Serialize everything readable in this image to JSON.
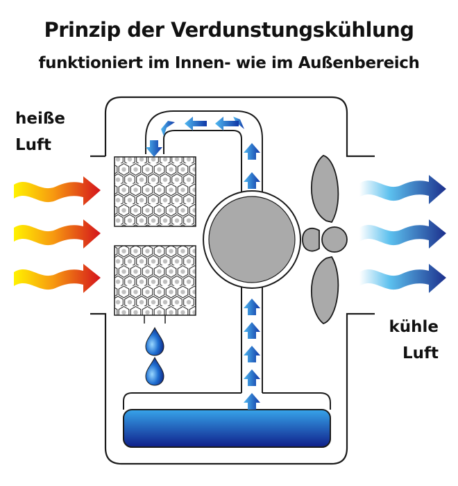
{
  "title": "Prinzip der Verdunstungskühlung",
  "subtitle": "funktioniert im Innen- wie im Außenbereich",
  "labels": {
    "hot_line1": "heiße",
    "hot_line2": "Luft",
    "cold_line1": "kühle",
    "cold_line2": "Luft"
  },
  "colors": {
    "outline": "#1a1a1a",
    "device_gray": "#aaaaaa",
    "flow_blue": "#1f6fd1",
    "hot_start": "#ffe000",
    "hot_end": "#d4141c",
    "cold_start": "#ffffff",
    "cold_end": "#1c2f8c",
    "water_top": "#2e9ce6",
    "water_bottom": "#10208c"
  },
  "icons": [
    "heat-arrow-icon",
    "cool-arrow-icon",
    "water-drop-icon",
    "flow-arrow-icon",
    "fan-icon",
    "pump-icon",
    "honeycomb-pad-icon"
  ]
}
